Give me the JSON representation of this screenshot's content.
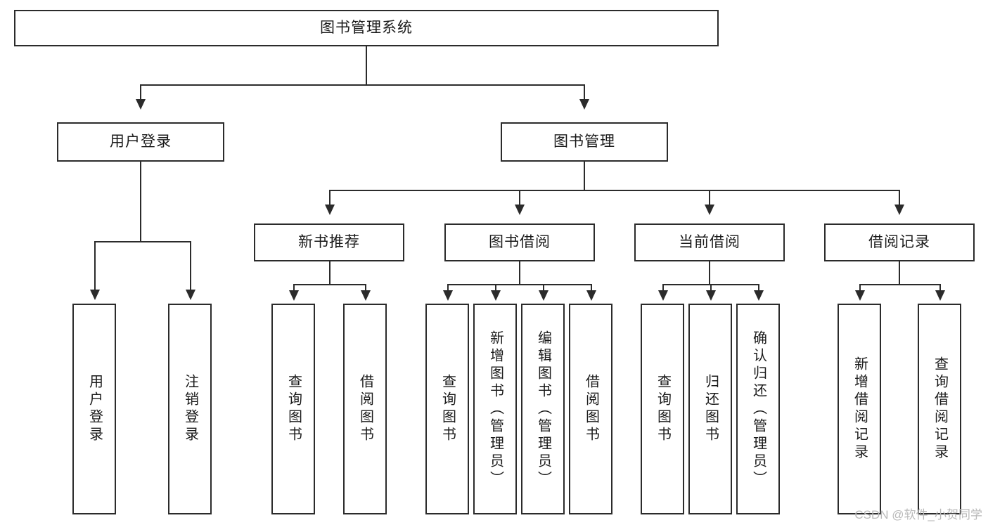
{
  "diagram": {
    "title_text": "图书管理系统",
    "watermark": "CSDN @软件_小贺同学",
    "level1": [
      {
        "id": "root",
        "label": "图书管理系统"
      }
    ],
    "level2": [
      {
        "id": "user-login",
        "label": "用户登录"
      },
      {
        "id": "book-manage",
        "label": "图书管理"
      }
    ],
    "level3": [
      {
        "id": "new-book-rec",
        "label": "新书推荐"
      },
      {
        "id": "book-borrow",
        "label": "图书借阅"
      },
      {
        "id": "current-borrow",
        "label": "当前借阅"
      },
      {
        "id": "borrow-record",
        "label": "借阅记录"
      }
    ],
    "leaves": {
      "user_login": [
        {
          "id": "leaf-user-login",
          "label": "用户登录"
        },
        {
          "id": "leaf-user-logout",
          "label": "注销登录"
        }
      ],
      "new_book_rec": [
        {
          "id": "leaf-query-book-1",
          "label": "查询图书"
        },
        {
          "id": "leaf-borrow-book-1",
          "label": "借阅图书"
        }
      ],
      "book_borrow": [
        {
          "id": "leaf-query-book-2",
          "label": "查询图书"
        },
        {
          "id": "leaf-add-book",
          "label": "新增图书（管理员）"
        },
        {
          "id": "leaf-edit-book",
          "label": "编辑图书（管理员）"
        },
        {
          "id": "leaf-borrow-book-2",
          "label": "借阅图书"
        }
      ],
      "current_borrow": [
        {
          "id": "leaf-query-book-3",
          "label": "查询图书"
        },
        {
          "id": "leaf-return-book",
          "label": "归还图书"
        },
        {
          "id": "leaf-confirm-return",
          "label": "确认归还（管理员）"
        }
      ],
      "borrow_record": [
        {
          "id": "leaf-add-record",
          "label": "新增借阅记录"
        },
        {
          "id": "leaf-query-record",
          "label": "查询借阅记录"
        }
      ]
    },
    "colors": {
      "stroke": "#2b2b2b",
      "fill": "#ffffff",
      "text": "#1a1a1a",
      "watermark": "#b9b9b9"
    }
  }
}
